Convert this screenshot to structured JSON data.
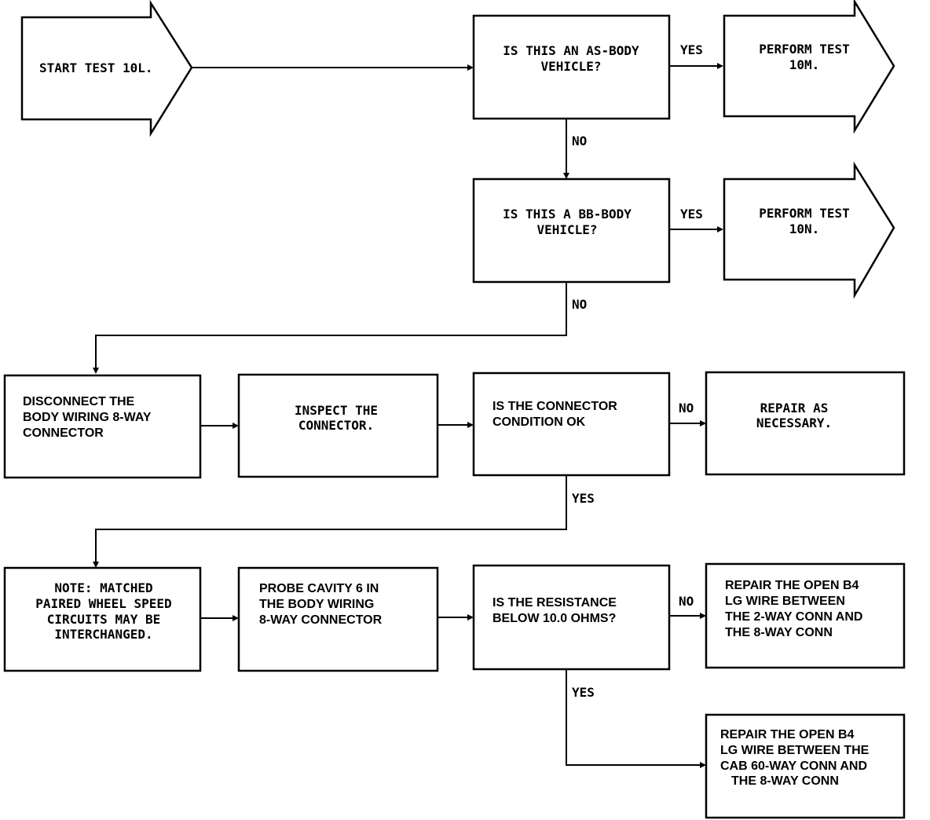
{
  "start": {
    "lines": [
      "START TEST 10L."
    ]
  },
  "q_as_body": {
    "lines": [
      "IS THIS AN AS-BODY",
      "VEHICLE?"
    ]
  },
  "perform_10m": {
    "lines": [
      "PERFORM TEST",
      "10M."
    ]
  },
  "q_bb_body": {
    "lines": [
      "IS THIS A BB-BODY",
      "VEHICLE?"
    ]
  },
  "perform_10n": {
    "lines": [
      "PERFORM TEST",
      "10N."
    ]
  },
  "disconnect": {
    "lines": [
      "DISCONNECT THE",
      "BODY WIRING 8-WAY",
      "CONNECTOR"
    ]
  },
  "inspect": {
    "lines": [
      "INSPECT THE",
      "CONNECTOR."
    ]
  },
  "q_connector": {
    "lines": [
      "IS THE CONNECTOR",
      "CONDITION OK"
    ]
  },
  "repair_necessary": {
    "lines": [
      "REPAIR AS",
      "NECESSARY."
    ]
  },
  "note": {
    "lines": [
      "NOTE:  MATCHED",
      "PAIRED WHEEL SPEED",
      "CIRCUITS MAY BE",
      "INTERCHANGED."
    ]
  },
  "probe": {
    "lines": [
      "PROBE CAVITY 6 IN",
      "THE BODY WIRING",
      "8-WAY CONNECTOR"
    ]
  },
  "q_resistance": {
    "lines": [
      "IS THE RESISTANCE",
      "BELOW 10.0 OHMS?"
    ]
  },
  "repair_open_1": {
    "lines": [
      "REPAIR THE OPEN  B4",
      "LG WIRE BETWEEN",
      "THE 2-WAY CONN AND",
      "THE 8-WAY CONN"
    ]
  },
  "repair_open_2": {
    "lines": [
      "REPAIR THE OPEN B4",
      "LG WIRE BETWEEN THE",
      "CAB 60-WAY CONN AND",
      "THE 8-WAY CONN"
    ]
  },
  "edges": {
    "yes_as": "YES",
    "no_as": "NO",
    "yes_bb": "YES",
    "no_bb": "NO",
    "no_conn": "NO",
    "yes_conn": "YES",
    "no_res": "NO",
    "yes_res": "YES"
  }
}
